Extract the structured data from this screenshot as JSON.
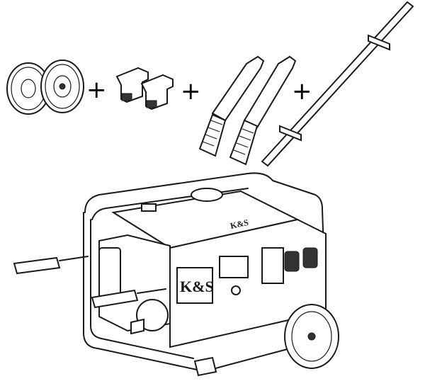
{
  "illustration": {
    "subject": "generator-with-accessory-kit",
    "plus_signs": [
      "+",
      "+",
      "+"
    ],
    "logo_main": "K&S",
    "logo_small": "K&S"
  }
}
